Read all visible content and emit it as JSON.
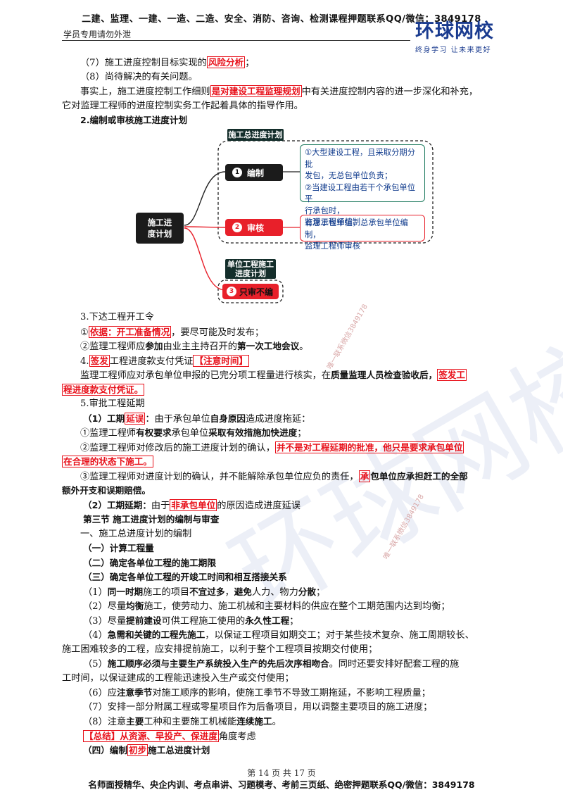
{
  "header": {
    "top": "二建、监理、一建、一造、二造、安全、消防、咨询、检测课程押题联系QQ/微信：3849178",
    "sub": "学员专用请勿外泄",
    "logo_main": "环球网校",
    "logo_tag": "终身学习  让未来更好"
  },
  "lines": {
    "l1a": "（7）施工进度控制目标实现的",
    "l1b": "风险分析",
    "l1c": "；",
    "l2": "（8）尚待解决的有关问题。",
    "l3a": "事实上，施工进度控制工作细则",
    "l3b": "是对建设工程监理规划",
    "l3c": "中有关进度控制内容的进一步深化和补充，",
    "l4": "它对监理工程师的进度控制实务工作起着具体的指导作用。",
    "l5": "2.编制或审核施工进度计划"
  },
  "diagram": {
    "root": "施工进度计划",
    "root_line1": "施工进",
    "root_line2": "度计划",
    "title1": "施工总进度计划",
    "node1_num": "1",
    "node1": "编制",
    "note1_l1": "①大型建设工程，且采取分期分批",
    "note1_l2": "发包，无总包单位负责；",
    "note1_l3": "②当建设工程由若干个承包单位平",
    "note1_l4": "行承包时，",
    "note1_l5": "监理工程师编制",
    "node2_num": "2",
    "node2": "审核",
    "note2_l1": "有总承包单位，总承包单位编制，",
    "note2_l2": "监理工程师审核",
    "title2_l1": "单位工程施工",
    "title2_l2": "进度计划",
    "node3_num": "3",
    "node3": "只审不编"
  },
  "sec3": {
    "title": "3.下达工程开工令",
    "a1": "①",
    "a2": "依据：开工准备情况",
    "a3": "，要尽可能及时发布；",
    "b1": "②监理工程师应",
    "b2": "参加",
    "b3": "由业主主持召开的",
    "b4": "第一次工地会议",
    "b5": "。"
  },
  "sec4": {
    "t1": "4.",
    "t2": "签发",
    "t3": "工程进度款支付凭证",
    "t4": "【注意时间】",
    "p1": "监理工程师应对承包单位申报的已完分项工程量进行核实，在",
    "p2": "质量监理人员检查验收后，",
    "p3": "签发工",
    "p4": "程进度款支付凭证。"
  },
  "sec5": {
    "title": "5.审批工程延期",
    "a1": "（1）工期",
    "a2": "延误",
    "a3": "：由于承包单位",
    "a4": "自身原因",
    "a5": "造成进度拖延：",
    "b1": "①监理工程师",
    "b2": "有权要求",
    "b3": "承包单位",
    "b4": "采取有效措施加快进度",
    "b5": "；",
    "c1": "②监理工程师对修改后的施工进度计划的确认，",
    "c2": "并不是对工程延期的批准，他只是要求承包单位",
    "c3": "在合理的状态下施工。",
    "d1": "③监理工程师对进度计划的确认，并不能解除承包单位应负的责任，",
    "d2": "承",
    "d3": "包单位应承担赶工的全部",
    "d4": "额外开支和误期赔偿。",
    "e1": "（2）工期延期：",
    "e2": "由于",
    "e3": "非承包单位",
    "e4": "的原因造成进度延误"
  },
  "section3": {
    "title": "第三节  施工进度计划的编制与审查",
    "s1": "一、施工总进度计划的编制",
    "h1": "（一）计算工程量",
    "h2": "（二）确定各单位工程的施工期限",
    "h3": "（三）确定各单位工程的开竣工时间和相互搭接关系",
    "r1a": "（1）",
    "r1b": "同一时期",
    "r1c": "施工的项目",
    "r1d": "不宜过多",
    "r1e": "，",
    "r1f": "避免",
    "r1g": "人力、物力",
    "r1h": "分散",
    "r1i": "；",
    "r2a": "（2）尽量",
    "r2b": "均衡",
    "r2c": "施工，使劳动力、施工机械和主要材料的供应在整个工期范围内达到均衡；",
    "r3a": "（3）尽量",
    "r3b": "提前建设",
    "r3c": "可供工程施工使用的",
    "r3d": "永久性工程",
    "r3e": "；",
    "r4a": "（4）",
    "r4b": "急需和关键的工程先施工",
    "r4c": "，以保证工程项目如期交工；对于某些技术复杂、施工周期较长、",
    "r4d": "施工困难较多的工程，应安排提前施工，以利于整个工程项目按期交付使用；",
    "r5a": "（5）",
    "r5b": "施工顺序必须与主要生产系统投入生产的先后次序相吻合",
    "r5c": "。同时还要安排好配套工程的施",
    "r5d": "工时间，以保证建成的工程能迅速投入生产或交付使用；",
    "r6a": "（6）应",
    "r6b": "注意季节",
    "r6c": "对施工顺序的影响，使施工季节不导致工期拖延，不影响工程质量；",
    "r7": "（7）安排一部分附属工程或零星项目作为后备项目，用以调整主要项目的施工进度；",
    "r8a": "（8）注意",
    "r8b": "主要",
    "r8c": "工种和主要施工机械能",
    "r8d": "连续施工",
    "r8e": "。",
    "sum1": "【总结】从资源、早投产、保进度",
    "sum2": "角度考虑",
    "h4a": "（四）编制",
    "h4b": "初步",
    "h4c": "施工总进度计划"
  },
  "footer": {
    "page": "第 14 页 共 17 页",
    "ad": "名师面授精华、央企内训、考点串讲、习题模考、考前三页纸、绝密押题联系QQ/微信：3849178"
  },
  "watermark": {
    "big": "环球网校",
    "small1": "唯一联系微信3849178",
    "small2": "唯一联系微信3849178"
  },
  "colors": {
    "red": "#e8101a",
    "blue": "#0f3a8c",
    "dark": "#1b1b1b",
    "green_dark": "#142e2b"
  }
}
